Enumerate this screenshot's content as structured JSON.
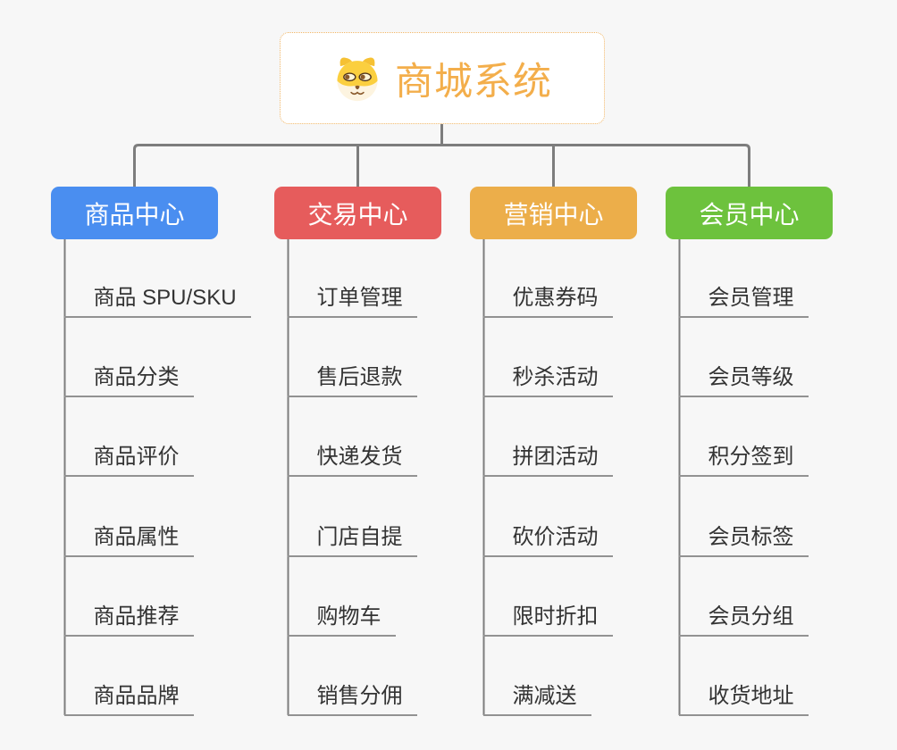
{
  "root": {
    "label": "商城系统",
    "icon": "dog-face-icon",
    "text_color": "#f3ae4b",
    "border_color": "#f0b565"
  },
  "branches": [
    {
      "label": "商品中心",
      "color": "#4a8ef0",
      "children": [
        "商品 SPU/SKU",
        "商品分类",
        "商品评价",
        "商品属性",
        "商品推荐",
        "商品品牌"
      ]
    },
    {
      "label": "交易中心",
      "color": "#e65c5c",
      "children": [
        "订单管理",
        "售后退款",
        "快递发货",
        "门店自提",
        "购物车",
        "销售分佣"
      ]
    },
    {
      "label": "营销中心",
      "color": "#ecae4a",
      "children": [
        "优惠券码",
        "秒杀活动",
        "拼团活动",
        "砍价活动",
        "限时折扣",
        "满减送"
      ]
    },
    {
      "label": "会员中心",
      "color": "#6dc23d",
      "children": [
        "会员管理",
        "会员等级",
        "积分签到",
        "会员标签",
        "会员分组",
        "收货地址"
      ]
    }
  ],
  "colors": {
    "background": "#f7f7f7",
    "connector": "#7d7d7d",
    "underline": "#929292",
    "leaf_text": "#333333"
  }
}
